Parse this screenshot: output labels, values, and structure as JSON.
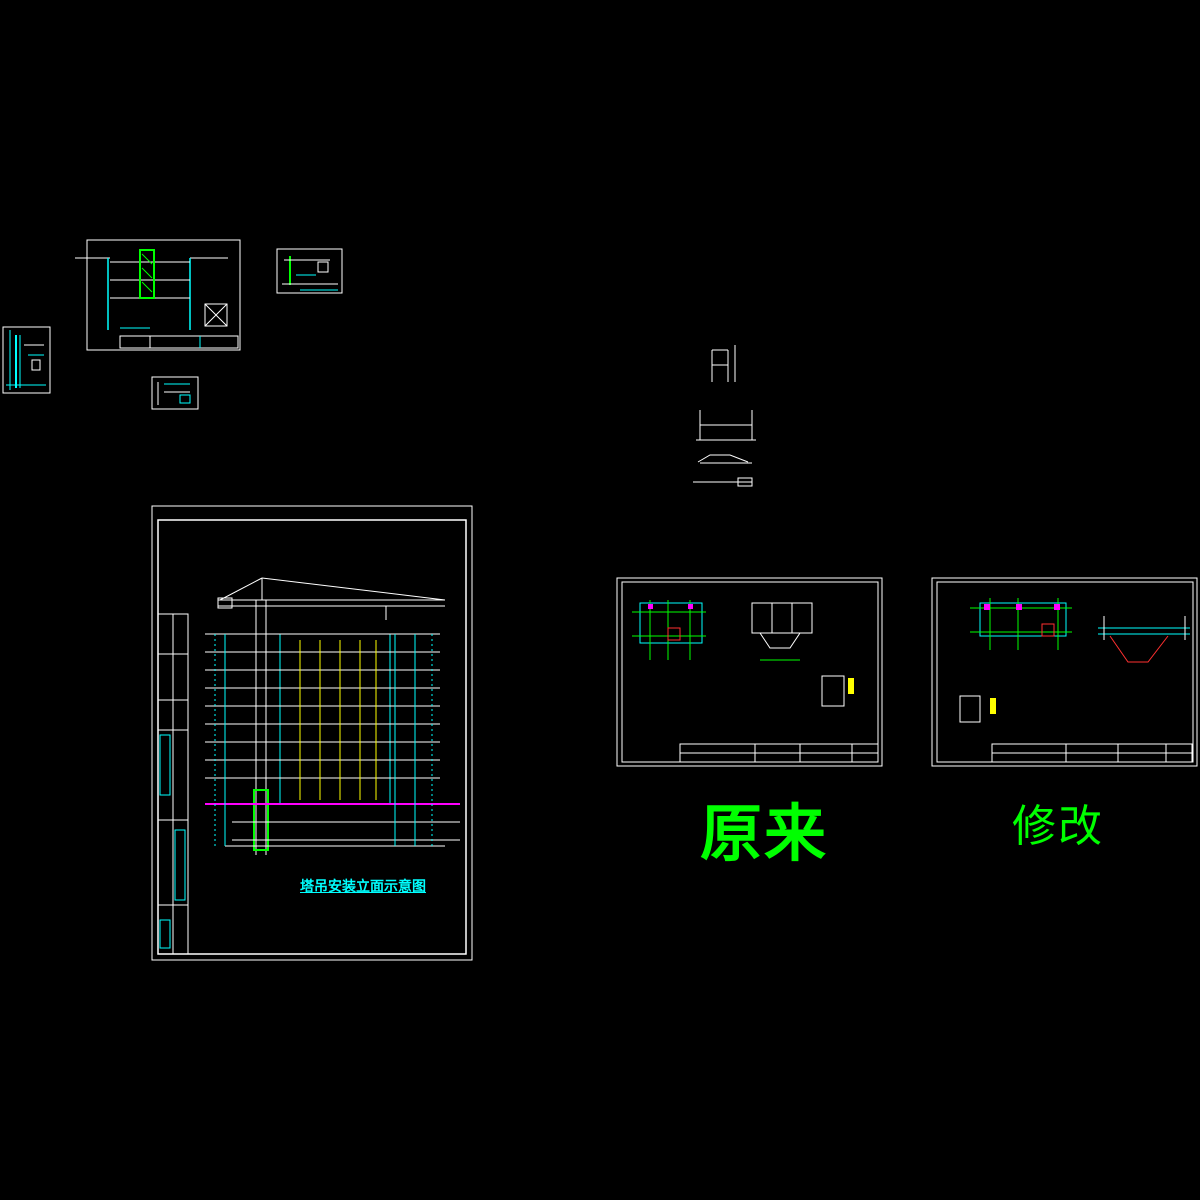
{
  "labels": {
    "original": "原来",
    "modified": "修改",
    "elevation_title": "塔吊安装立面示意图"
  },
  "colors": {
    "background": "#000000",
    "frame": "#ffffff",
    "cyan": "#00ffff",
    "green": "#00ff00",
    "yellow": "#ffff00",
    "magenta": "#ff00ff",
    "red": "#ff3030",
    "blue": "#4060ff"
  }
}
